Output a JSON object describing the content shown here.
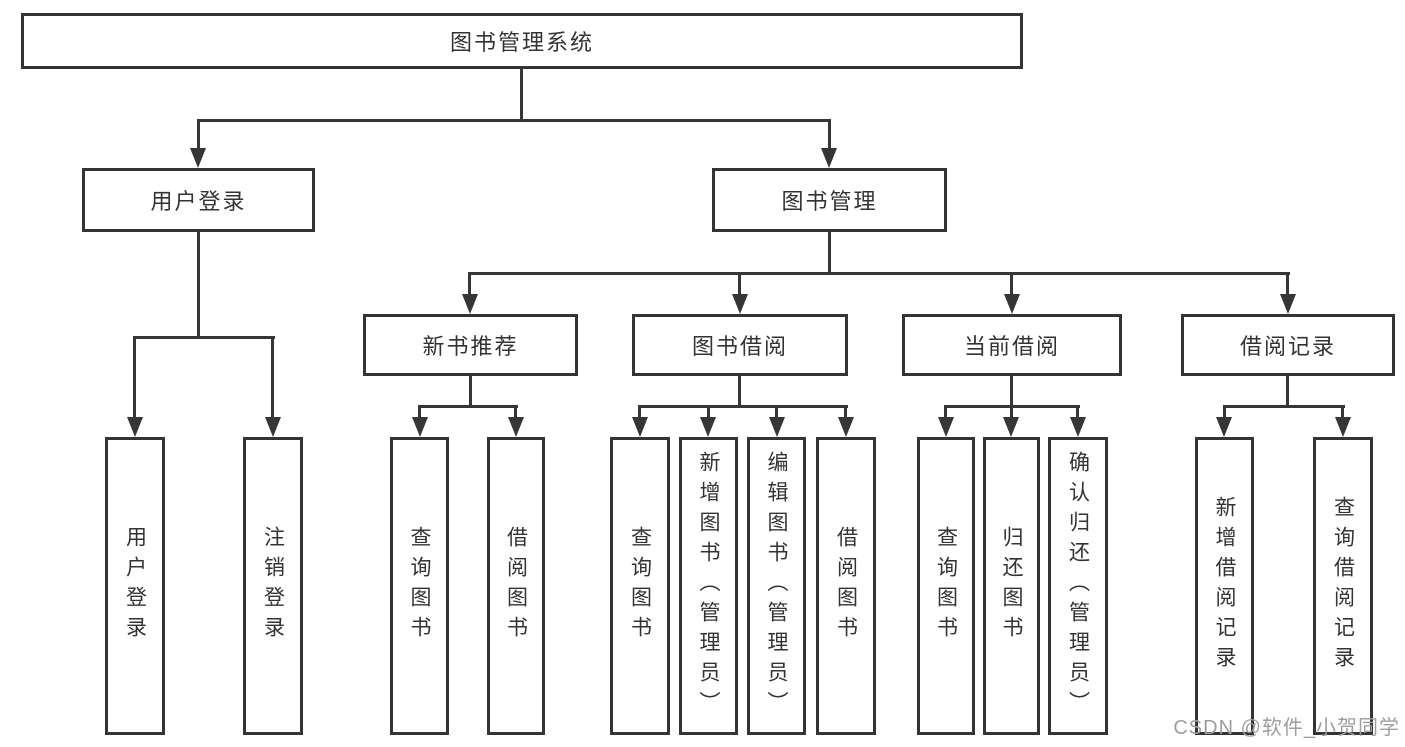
{
  "diagram": {
    "root": "图书管理系统",
    "user_login": {
      "label": "用户登录",
      "children": [
        "用户登录",
        "注销登录"
      ]
    },
    "book_mgmt": {
      "label": "图书管理",
      "new_book_rec": {
        "label": "新书推荐",
        "children": [
          "查询图书",
          "借阅图书"
        ]
      },
      "book_borrow": {
        "label": "图书借阅",
        "children": [
          "查询图书",
          "新增图书（管理员）",
          "编辑图书（管理员）",
          "借阅图书"
        ]
      },
      "current_borrow": {
        "label": "当前借阅",
        "children": [
          "查询图书",
          "归还图书",
          "确认归还（管理员）"
        ]
      },
      "borrow_records": {
        "label": "借阅记录",
        "children": [
          "新增借阅记录",
          "查询借阅记录"
        ]
      }
    }
  },
  "watermark": "CSDN @软件_小贺同学",
  "colors": {
    "line": "#363636",
    "border": "#343434",
    "text": "#333333",
    "watermark": "#9e9e9e",
    "background": "#ffffff"
  }
}
